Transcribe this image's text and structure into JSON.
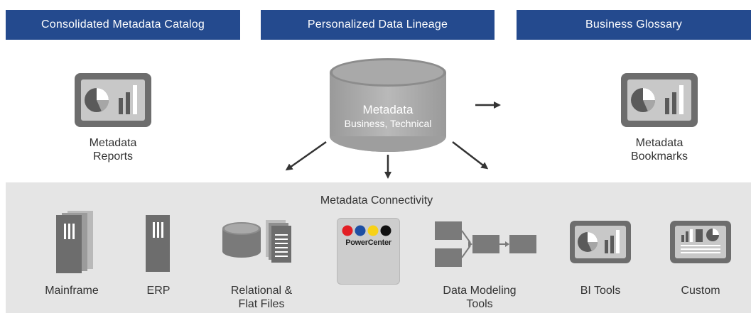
{
  "banners": {
    "catalog": "Consolidated Metadata Catalog",
    "lineage": "Personalized Data Lineage",
    "glossary": "Business Glossary"
  },
  "center": {
    "title": "Metadata",
    "subtitle": "Business, Technical"
  },
  "top_items": {
    "reports": [
      "Metadata",
      "Reports"
    ],
    "bookmarks": [
      "Metadata",
      "Bookmarks"
    ]
  },
  "connectivity": {
    "title": "Metadata Connectivity",
    "mainframe": "Mainframe",
    "erp": "ERP",
    "relational": [
      "Relational &",
      "Flat Files"
    ],
    "powercenter": "PowerCenter",
    "data_modeling": [
      "Data Modeling",
      "Tools"
    ],
    "bi_tools": "BI Tools",
    "custom": "Custom"
  },
  "colors": {
    "banner": "#244a8e",
    "panel": "#e5e5e5",
    "icon_gray": "#6d6d6d",
    "dot_red": "#e31e24",
    "dot_blue": "#1e4fa3",
    "dot_yellow": "#f7d117",
    "dot_black": "#111111"
  }
}
